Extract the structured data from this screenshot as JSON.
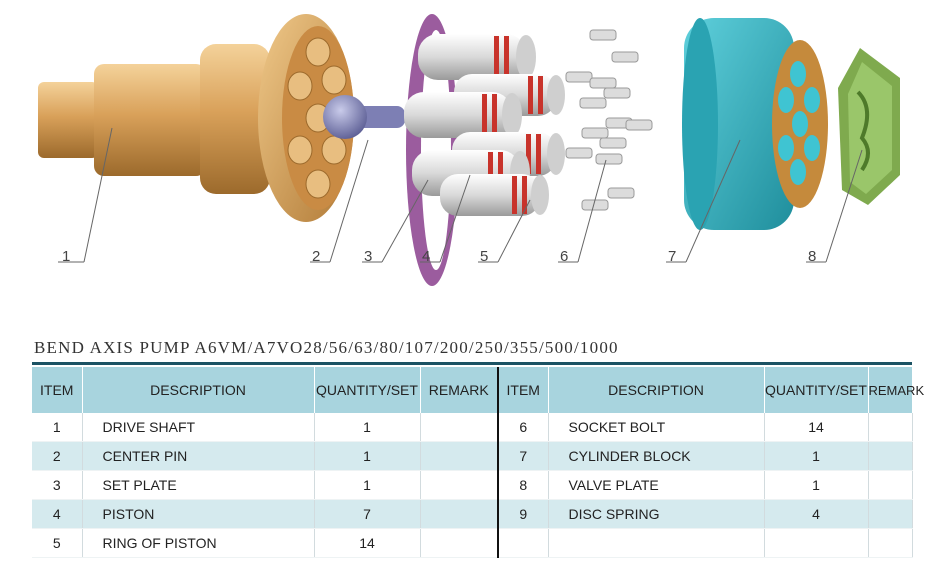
{
  "callouts": [
    "1",
    "2",
    "3",
    "4",
    "5",
    "6",
    "7",
    "8"
  ],
  "title": "BEND AXIS PUMP A6VM/A7VO28/56/63/80/107/200/250/355/500/1000",
  "table": {
    "headers": [
      "ITEM",
      "DESCRIPTION",
      "QUANTITY/SET",
      "REMARK",
      "ITEM",
      "DESCRIPTION",
      "QUANTITY/SET",
      "REMARK"
    ],
    "left": [
      {
        "item": "1",
        "desc": "DRIVE SHAFT",
        "qty": "1",
        "remark": ""
      },
      {
        "item": "2",
        "desc": "CENTER PIN",
        "qty": "1",
        "remark": ""
      },
      {
        "item": "3",
        "desc": "SET PLATE",
        "qty": "1",
        "remark": ""
      },
      {
        "item": "4",
        "desc": "PISTON",
        "qty": "7",
        "remark": ""
      },
      {
        "item": "5",
        "desc": "RING OF PISTON",
        "qty": "14",
        "remark": ""
      }
    ],
    "right": [
      {
        "item": "6",
        "desc": "SOCKET BOLT",
        "qty": "14",
        "remark": ""
      },
      {
        "item": "7",
        "desc": "CYLINDER BLOCK",
        "qty": "1",
        "remark": ""
      },
      {
        "item": "8",
        "desc": "VALVE PLATE",
        "qty": "1",
        "remark": ""
      },
      {
        "item": "9",
        "desc": "DISC SPRING",
        "qty": "4",
        "remark": ""
      },
      {
        "item": "",
        "desc": "",
        "qty": "",
        "remark": ""
      }
    ]
  },
  "colors": {
    "shaft": "#d9a15a",
    "center_pin": "#7d7fb4",
    "set_plate": "#9b5c9e",
    "piston": "#d6d6d6",
    "piston_ring": "#c8332b",
    "cylinder": "#35b5c4",
    "valve_plate": "#7faa4e",
    "header_bg": "#a8d4de",
    "alt_row_bg": "#d5eaee"
  }
}
